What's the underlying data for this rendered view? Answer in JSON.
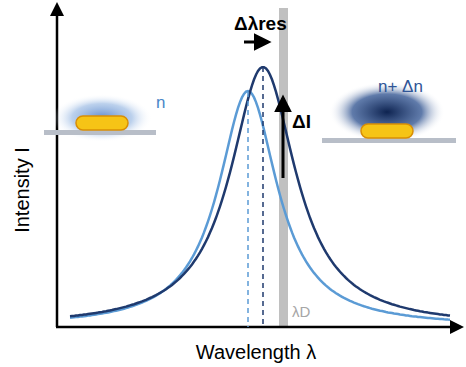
{
  "diagram": {
    "labels": [
      "Δλres",
      "ΔI",
      "n",
      "n+ Δn",
      "Intensity I",
      "Wavelength λ",
      "λD"
    ]
  }
}
